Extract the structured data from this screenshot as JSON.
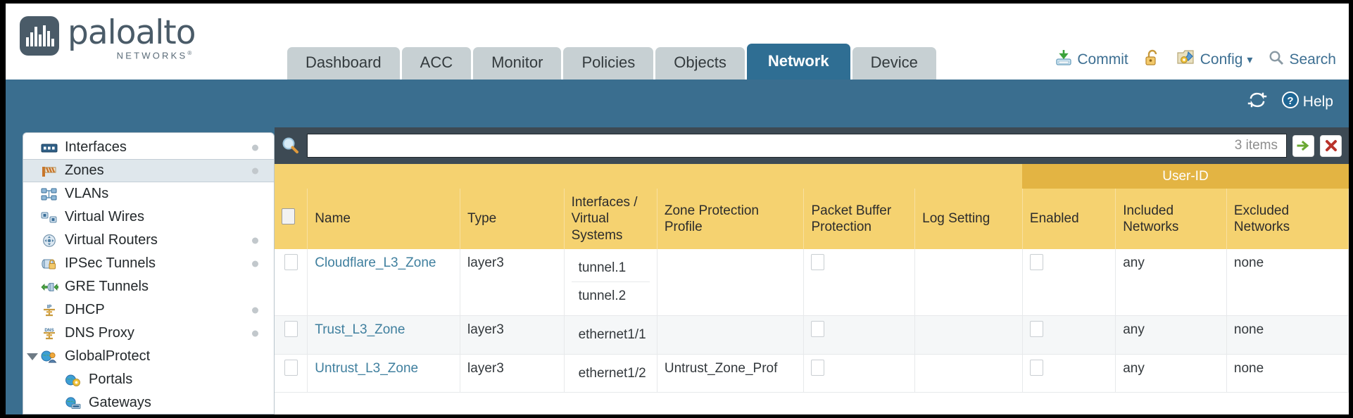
{
  "brand": {
    "name": "paloalto",
    "tagline": "NETWORKS",
    "registered": "®",
    "logo_icon": "paloalto-logo-icon"
  },
  "header": {
    "tabs": [
      {
        "label": "Dashboard",
        "active": false
      },
      {
        "label": "ACC",
        "active": false
      },
      {
        "label": "Monitor",
        "active": false
      },
      {
        "label": "Policies",
        "active": false
      },
      {
        "label": "Objects",
        "active": false
      },
      {
        "label": "Network",
        "active": true
      },
      {
        "label": "Device",
        "active": false
      }
    ],
    "actions": [
      {
        "label": "Commit",
        "icon": "commit-save-icon"
      },
      {
        "label": "",
        "icon": "unlock-padlock-icon"
      },
      {
        "label": "Config",
        "icon": "config-key-icon",
        "caret": "▾"
      },
      {
        "label": "Search",
        "icon": "search-magnifier-icon"
      }
    ]
  },
  "toolbar": {
    "refresh_icon": "refresh-icon",
    "help_icon": "help-question-icon",
    "help_label": "Help"
  },
  "sidebar": {
    "items": [
      {
        "label": "Interfaces",
        "icon": "interfaces-icon",
        "indent": 0,
        "selected": false,
        "dot": true,
        "twisty": false
      },
      {
        "label": "Zones",
        "icon": "zones-icon",
        "indent": 0,
        "selected": true,
        "dot": true,
        "twisty": false
      },
      {
        "label": "VLANs",
        "icon": "vlans-icon",
        "indent": 0,
        "selected": false,
        "dot": false,
        "twisty": false
      },
      {
        "label": "Virtual Wires",
        "icon": "virtual-wires-icon",
        "indent": 0,
        "selected": false,
        "dot": false,
        "twisty": false
      },
      {
        "label": "Virtual Routers",
        "icon": "virtual-routers-icon",
        "indent": 0,
        "selected": false,
        "dot": true,
        "twisty": false
      },
      {
        "label": "IPSec Tunnels",
        "icon": "ipsec-tunnels-icon",
        "indent": 0,
        "selected": false,
        "dot": true,
        "twisty": false
      },
      {
        "label": "GRE Tunnels",
        "icon": "gre-tunnels-icon",
        "indent": 0,
        "selected": false,
        "dot": false,
        "twisty": false
      },
      {
        "label": "DHCP",
        "icon": "dhcp-icon",
        "indent": 0,
        "selected": false,
        "dot": true,
        "twisty": false
      },
      {
        "label": "DNS Proxy",
        "icon": "dns-proxy-icon",
        "indent": 0,
        "selected": false,
        "dot": true,
        "twisty": false
      },
      {
        "label": "GlobalProtect",
        "icon": "globalprotect-icon",
        "indent": 0,
        "selected": false,
        "dot": false,
        "twisty": true
      },
      {
        "label": "Portals",
        "icon": "portals-icon",
        "indent": 1,
        "selected": false,
        "dot": false,
        "twisty": false
      },
      {
        "label": "Gateways",
        "icon": "gateways-icon",
        "indent": 1,
        "selected": false,
        "dot": false,
        "twisty": false
      }
    ]
  },
  "search": {
    "icon": "search-magnifier-icon",
    "value": "",
    "placeholder": "",
    "item_count": "3 items",
    "apply_icon": "apply-arrow-icon",
    "clear_icon": "clear-x-icon"
  },
  "table": {
    "group_header": {
      "label": "User-ID",
      "span": 3
    },
    "columns": [
      "Name",
      "Type",
      "Interfaces / Virtual Systems",
      "Zone Protection Profile",
      "Packet Buffer Protection",
      "Log Setting",
      "Enabled",
      "Included Networks",
      "Excluded Networks"
    ],
    "rows": [
      {
        "selected": false,
        "alt": false,
        "name": "Cloudflare_L3_Zone",
        "type": "layer3",
        "interfaces": [
          "tunnel.1",
          "tunnel.2"
        ],
        "zone_protection_profile": "",
        "packet_buffer_protection": false,
        "log_setting": "",
        "userid_enabled": false,
        "included_networks": "any",
        "excluded_networks": "none"
      },
      {
        "selected": false,
        "alt": true,
        "name": "Trust_L3_Zone",
        "type": "layer3",
        "interfaces": [
          "ethernet1/1"
        ],
        "zone_protection_profile": "",
        "packet_buffer_protection": false,
        "log_setting": "",
        "userid_enabled": false,
        "included_networks": "any",
        "excluded_networks": "none"
      },
      {
        "selected": false,
        "alt": false,
        "name": "Untrust_L3_Zone",
        "type": "layer3",
        "interfaces": [
          "ethernet1/2"
        ],
        "zone_protection_profile": "Untrust_Zone_Prof",
        "packet_buffer_protection": false,
        "log_setting": "",
        "userid_enabled": false,
        "included_networks": "any",
        "excluded_networks": "none"
      }
    ]
  },
  "colors": {
    "brand_blue": "#3a6e8f",
    "tab_active": "#2f6e93",
    "tab_inactive": "#c7d0d3",
    "toolbar_dark": "#3d4a54",
    "header_yellow": "#f5d270",
    "group_yellow": "#e3b443",
    "link_blue": "#3f7f9e",
    "row_alt": "#f5f7f8"
  }
}
